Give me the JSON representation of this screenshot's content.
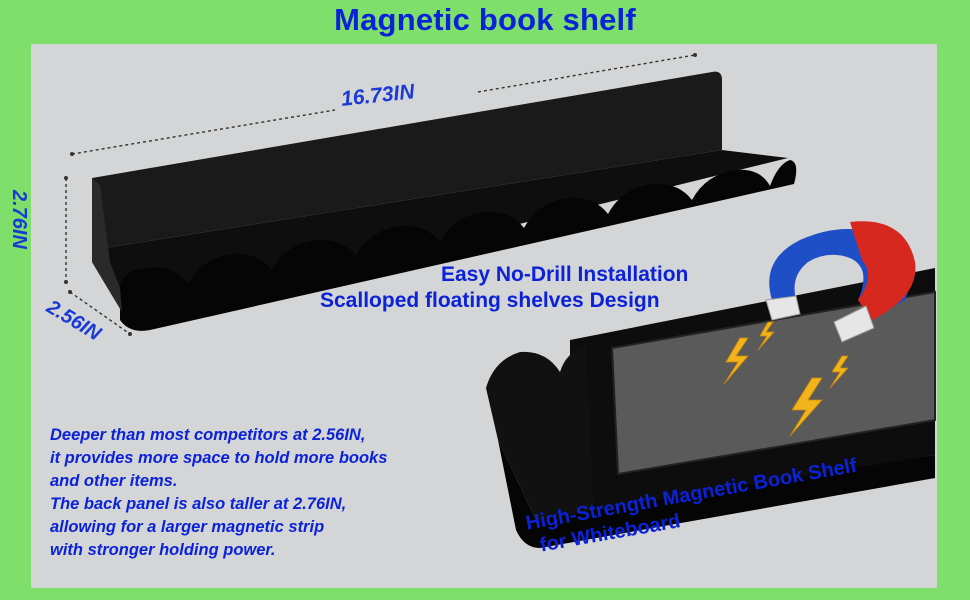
{
  "title": "Magnetic book shelf",
  "dimensions": {
    "length": "16.73IN",
    "height": "2.76IN",
    "depth": "2.56IN"
  },
  "features": {
    "line1": "Easy No-Drill Installation",
    "line2": "Scalloped floating shelves Design"
  },
  "description": [
    "Deeper than most competitors at 2.56IN,",
    "it provides more space to hold more books",
    "and other items.",
    "The back panel is also taller at 2.76IN,",
    "allowing for a larger magnetic strip",
    "with stronger holding power."
  ],
  "headline": {
    "line1": "High-Strength Magnetic Book Shelf",
    "line2": "for Whiteboard"
  },
  "colors": {
    "background": "#7ee06a",
    "panel": "#d3d5d6",
    "text": "#0b22d8",
    "shelf": "#111111",
    "magnet_red": "#d6281e",
    "magnet_blue": "#1f4fc6",
    "lightning": "#f3b31a"
  },
  "icons": [
    "magnet-icon",
    "lightning-icon"
  ]
}
